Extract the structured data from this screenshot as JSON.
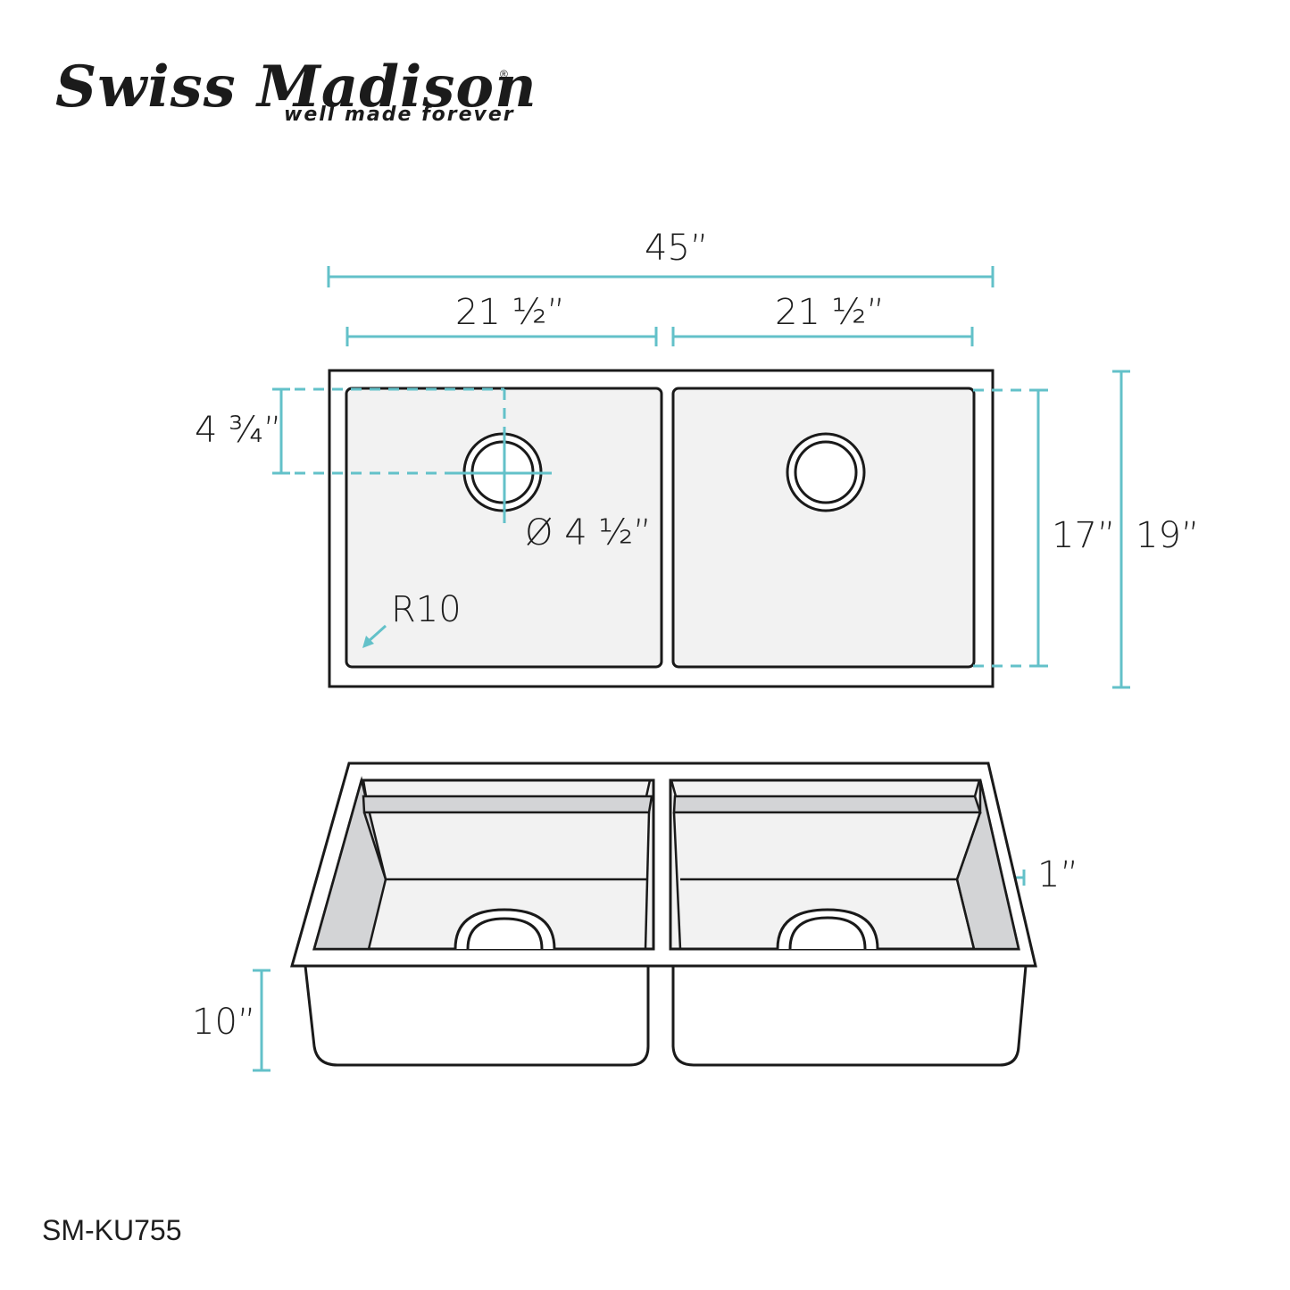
{
  "brand": {
    "name": "Swiss Madison",
    "registered_mark": "®",
    "tagline": "well made forever"
  },
  "accent_color": "#63c1c9",
  "line_color": "#1a1a1a",
  "basin_fill": "#f2f2f2",
  "shade_fill": "#d3d4d6",
  "top_view": {
    "overall_width": "45”",
    "left_basin_width": "21 ½”",
    "right_basin_width": "21 ½”",
    "drain_offset": "4 ¾”",
    "drain_diameter": "Ø 4 ½”",
    "corner_radius": "R10",
    "basin_depth_front_back": "17”",
    "overall_depth": "19”"
  },
  "front_view": {
    "rim_width": "1”",
    "basin_height": "10”"
  },
  "model_number": "SM-KU755"
}
